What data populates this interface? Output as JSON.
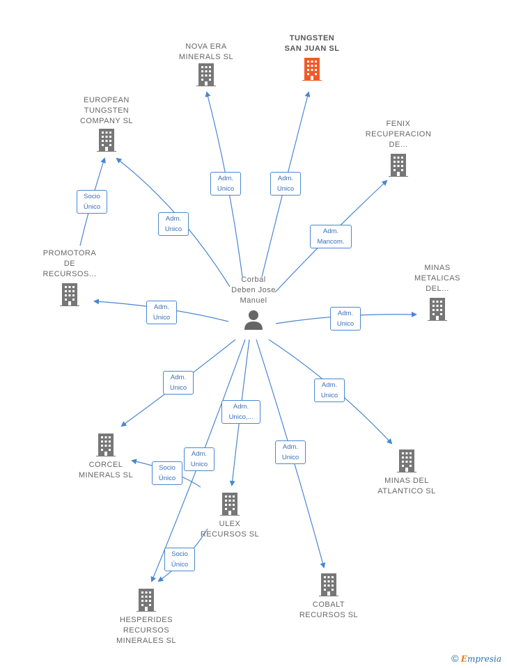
{
  "center": {
    "label": "Corbal\nDeben Jose\nManuel"
  },
  "nodes": {
    "nova_era": {
      "label": "NOVA ERA\nMINERALS  SL"
    },
    "tungsten": {
      "label": "TUNGSTEN\nSAN JUAN  SL"
    },
    "european": {
      "label": "EUROPEAN\nTUNGSTEN\nCOMPANY  SL"
    },
    "fenix": {
      "label": "FENIX\nRECUPERACION\nDE..."
    },
    "promotora": {
      "label": "PROMOTORA\nDE\nRECURSOS..."
    },
    "minas_metalicas": {
      "label": "MINAS\nMETALICAS\nDEL..."
    },
    "corcel": {
      "label": "CORCEL\nMINERALS  SL"
    },
    "minas_atlantico": {
      "label": "MINAS DEL\nATLANTICO SL"
    },
    "ulex": {
      "label": "ULEX\nRECURSOS  SL"
    },
    "cobalt": {
      "label": "COBALT\nRECURSOS  SL"
    },
    "hesperides": {
      "label": "HESPERIDES\nRECURSOS\nMINERALES  SL"
    }
  },
  "relations": {
    "nova_era": "Adm.\nUnico",
    "tungsten": "Adm.\nUnico",
    "european": "Adm.\nUnico",
    "promotora_european": "Socio\nÚnico",
    "fenix": "Adm.\nMancom.",
    "promotora": "Adm.\nUnico",
    "minas_metalicas": "Adm.\nUnico",
    "corcel": "Adm.\nUnico",
    "minas_atlantico": "Adm.\nUnico",
    "ulex": "Adm.\nUnico,...",
    "ulex_corcel": "Socio\nÚnico",
    "hesperides": "Adm.\nUnico",
    "cobalt": "Adm.\nUnico",
    "ulex_hesperides": "Socio\nÚnico"
  },
  "colors": {
    "building": "#777777",
    "building_focus": "#f05a28",
    "edge": "#4a86d0"
  },
  "footer": {
    "copyright": "©",
    "brand_e": "E",
    "brand_rest": "mpresia"
  }
}
